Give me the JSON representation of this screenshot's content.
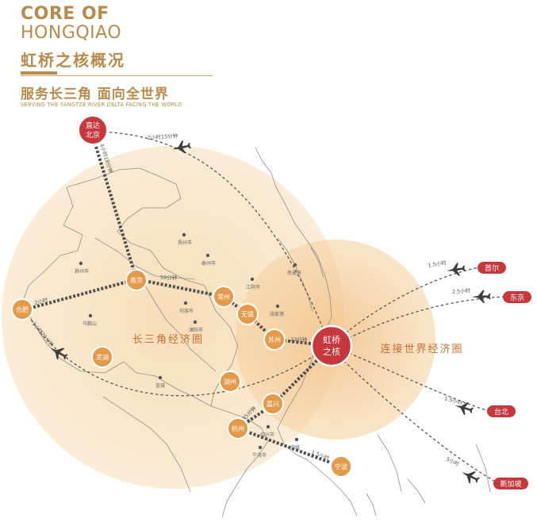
{
  "header": {
    "title_en_line1": "CORE OF",
    "title_en_line2": "HONGQIAO",
    "title_cn": "虹桥之核概况",
    "slogan_cn": "服务长三角  面向全世界",
    "slogan_en": "SERVING THE YANGTZE RIVER DELTA   FACING THE WORLD"
  },
  "colors": {
    "core_red": "#c8373b",
    "node_orange": "#e59a49",
    "zone_fill": "#f3c58a",
    "text_gold": "#b98a4a",
    "route_dark": "#575757"
  },
  "zones": {
    "yrd_label": "长三角经济圈",
    "global_label": "连接世界经济圈"
  },
  "core": {
    "line1": "虹桥",
    "line2": "之核"
  },
  "beijing": {
    "line1": "直达",
    "line2": "北京"
  },
  "nodes": {
    "hefei": "合肥",
    "nanjing": "南京",
    "changzhou": "常州",
    "wuxi": "无锡",
    "suzhou": "苏州",
    "wuhu": "芜湖",
    "huzhou": "湖州",
    "jiaxing": "嘉兴",
    "hangzhou": "杭州",
    "ningbo": "宁波"
  },
  "destinations": {
    "seoul": "首尔",
    "tokyo": "东京",
    "taipei": "台北",
    "singapore": "新加坡"
  },
  "times": {
    "beijing_rail": "4小时18分钟",
    "beijing_air": "2小时15分钟",
    "nanjing": "59分钟",
    "hefei": "2小时",
    "hefei_air": "3小时20分钟",
    "suzhou": "23分钟",
    "hangzhou": "45分钟",
    "ningbo": "1.5小时",
    "seoul": "1.5小时",
    "tokyo": "2.5小时",
    "taipei": "1.5小时",
    "singapore": "5小时"
  },
  "towns": {
    "chuzhou": "滁州市",
    "yangzhou": "扬州市",
    "taizhou": "泰州市",
    "maanshan": "马鞍山",
    "jurong": "句容市",
    "liyang": "溧阳市",
    "xuancheng": "宣城",
    "jiangyin": "江阴市",
    "nantong": "南通市",
    "zhangjiagang": "张家港",
    "shaoxing": "绍兴市",
    "yuyao": "余姚",
    "ninghai": "宁海市"
  }
}
